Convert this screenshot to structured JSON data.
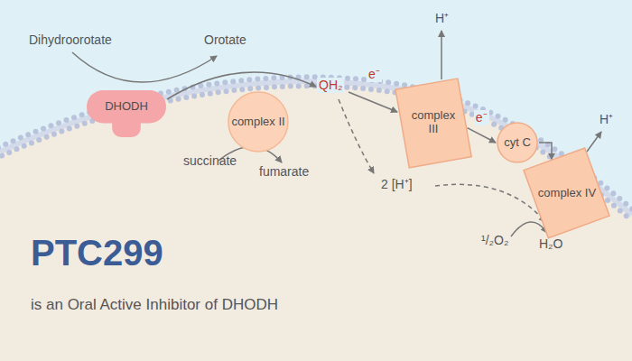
{
  "diagram": {
    "title": "PTC299",
    "caption": "is an Oral Active Inhibitor of DHODH",
    "nodes": [
      {
        "text": [
          "DHODH"
        ]
      },
      {
        "text": [
          "complex II"
        ]
      },
      {
        "text": [
          "complex III"
        ]
      },
      {
        "text": [
          "cyt C"
        ]
      },
      {
        "text": [
          "complex IV"
        ]
      }
    ],
    "edges": [
      {
        "from": 2,
        "to": 3,
        "label": "e⁻",
        "arrow": "to"
      },
      {
        "from": 3,
        "to": 4,
        "arrow": "to"
      }
    ],
    "labels": [
      "Dihydroorotate",
      "Orotate",
      "H⁺",
      "QH₂",
      "e⁻",
      "H⁺",
      "succinate",
      "fumarate",
      "2 [H⁺]",
      "¹/₂O₂",
      "H₂O"
    ]
  }
}
